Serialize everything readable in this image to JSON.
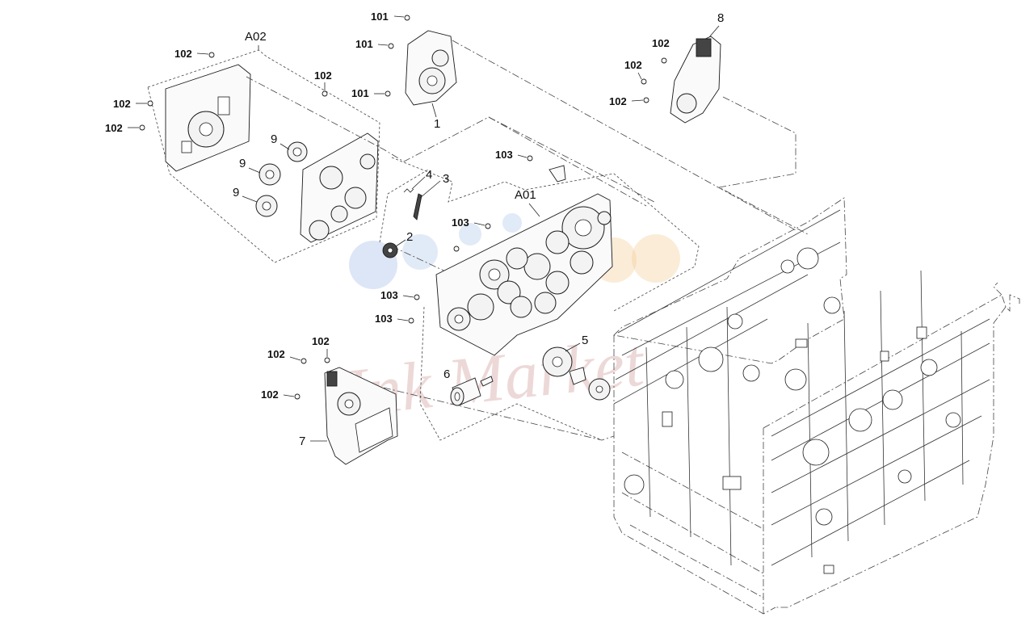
{
  "diagram": {
    "watermark": "Ink Market",
    "parts": [
      {
        "id": "p1",
        "label": "1"
      },
      {
        "id": "p2",
        "label": "2"
      },
      {
        "id": "p3",
        "label": "3"
      },
      {
        "id": "p4",
        "label": "4"
      },
      {
        "id": "p5",
        "label": "5"
      },
      {
        "id": "p6",
        "label": "6"
      },
      {
        "id": "p7",
        "label": "7"
      },
      {
        "id": "p8",
        "label": "8"
      },
      {
        "id": "p9a",
        "label": "9"
      },
      {
        "id": "p9b",
        "label": "9"
      },
      {
        "id": "p9c",
        "label": "9"
      }
    ],
    "assemblies": [
      {
        "id": "a01",
        "label": "A01"
      },
      {
        "id": "a02",
        "label": "A02"
      }
    ],
    "screws": [
      {
        "id": "s101a",
        "label": "101"
      },
      {
        "id": "s101b",
        "label": "101"
      },
      {
        "id": "s101c",
        "label": "101"
      },
      {
        "id": "s102a",
        "label": "102"
      },
      {
        "id": "s102b",
        "label": "102"
      },
      {
        "id": "s102c",
        "label": "102"
      },
      {
        "id": "s102d",
        "label": "102"
      },
      {
        "id": "s102e",
        "label": "102"
      },
      {
        "id": "s102f",
        "label": "102"
      },
      {
        "id": "s102g",
        "label": "102"
      },
      {
        "id": "s102h",
        "label": "102"
      },
      {
        "id": "s102i",
        "label": "102"
      },
      {
        "id": "s102j",
        "label": "102"
      },
      {
        "id": "s103a",
        "label": "103"
      },
      {
        "id": "s103b",
        "label": "103"
      },
      {
        "id": "s103c",
        "label": "103"
      },
      {
        "id": "s103d",
        "label": "103"
      }
    ]
  }
}
